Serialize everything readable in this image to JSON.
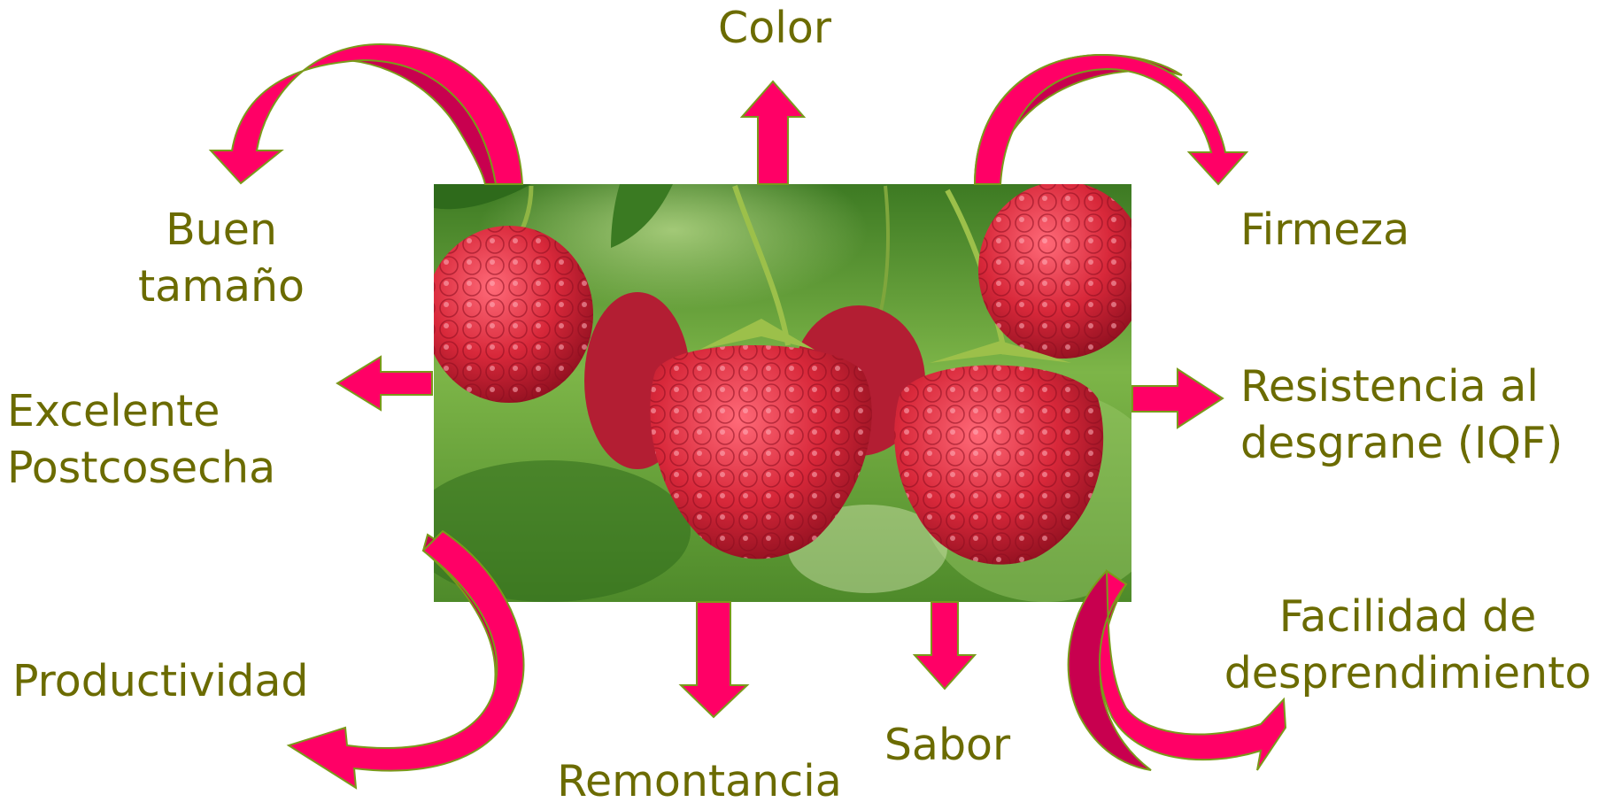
{
  "labels": {
    "color": "Color",
    "buen_tamano": [
      "Buen",
      "tamaño"
    ],
    "firmeza": "Firmeza",
    "excelente_postcosecha": [
      "Excelente",
      "Postcosecha"
    ],
    "resistencia": [
      "Resistencia al",
      "desgrane (IQF)"
    ],
    "productividad": "Productividad",
    "remontancia": "Remontancia",
    "sabor": "Sabor",
    "facilidad": [
      "Facilidad de",
      "desprendimiento"
    ]
  },
  "colors": {
    "text": "#6b6b00",
    "arrow_fill": "#ff0066",
    "arrow_shade": "#c8004f",
    "arrow_outline": "#7a9a1a",
    "raspberry": "#d8283a",
    "foliage": "#5c9a32"
  },
  "icons": {
    "photo": "raspberries-photo",
    "arrow": "block-arrow"
  }
}
